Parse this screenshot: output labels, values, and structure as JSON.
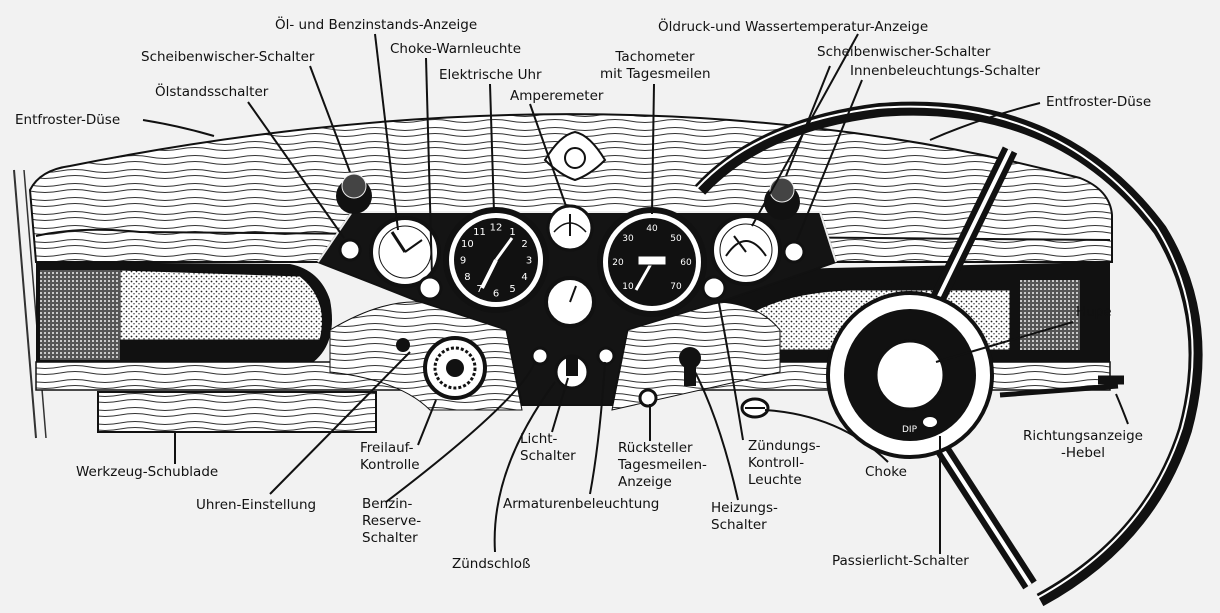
{
  "labels": {
    "oel_benzin_anzeige": "Öl- und Benzinstands-Anzeige",
    "oeldruck_wasser_anzeige": "Öldruck-und Wassertemperatur-Anzeige",
    "scheibenwischer_links": "Scheibenwischer-Schalter",
    "choke_warnleuchte": "Choke-Warnleuchte",
    "tachometer": [
      "Tachometer",
      "mit Tagesmeilen"
    ],
    "scheibenwischer_rechts": "Scheibenwischer-Schalter",
    "innenbeleuchtung": "Innenbeleuchtungs-Schalter",
    "elektrische_uhr": "Elektrische Uhr",
    "oelstandsschalter": "Ölstandsschalter",
    "amperemeter": "Amperemeter",
    "entfroster_links": "Entfroster-Düse",
    "entfroster_rechts": "Entfroster-Düse",
    "hupe": "Hupe",
    "richtungsanzeige": [
      "Richtungsanzeige",
      "-Hebel"
    ],
    "licht_schalter": [
      "Licht-",
      "Schalter"
    ],
    "freilauf": [
      "Freilauf-",
      "Kontrolle"
    ],
    "rueckstell": [
      "Rücksteller",
      "Tagesmeilen-",
      "Anzeige"
    ],
    "zuendungs_kontroll": [
      "Zündungs-",
      "Kontroll-",
      "Leuchte"
    ],
    "werkzeug": "Werkzeug-Schublade",
    "choke": "Choke",
    "uhren_einstellung": "Uhren-Einstellung",
    "benzin_reserve": [
      "Benzin-",
      "Reserve-",
      "Schalter"
    ],
    "armaturenbeleuchtung": "Armaturenbeleuchtung",
    "heizungs": [
      "Heizungs-",
      "Schalter"
    ],
    "zuendschloss": "Zündschloß",
    "passierlicht": "Passierlicht-Schalter"
  },
  "dial_text": {
    "clock_numerals": [
      "12",
      "1",
      "2",
      "3",
      "4",
      "5",
      "6",
      "7",
      "8",
      "9",
      "10",
      "11"
    ],
    "speedo_numerals": [
      "10",
      "20",
      "30",
      "40",
      "50",
      "60",
      "70"
    ],
    "horn_dip": "DIP"
  }
}
